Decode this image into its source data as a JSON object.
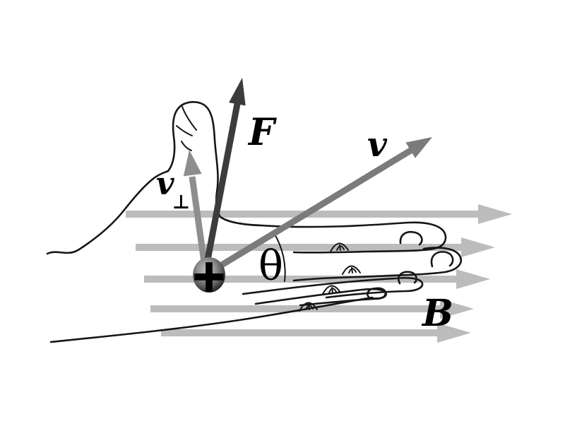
{
  "diagram": {
    "type": "physics-vector-diagram",
    "subject": "right-hand with magnetic field arrows, velocity and force vectors on a positive charge",
    "labels": {
      "force": "F",
      "velocity": "v",
      "velocity_perpendicular_base": "v",
      "velocity_perpendicular_subscript": "⊥",
      "angle": "θ",
      "magnetic_field": "B",
      "charge_sign": "+"
    },
    "field_line_count": 5,
    "field_direction": "right",
    "colors": {
      "field_arrow": "#bcbcbc",
      "force_arrow": "#3c3c3c",
      "velocity_arrow": "#7b7b7b",
      "velocity_perp_arrow": "#8e8e8e",
      "hand_outline": "#161616",
      "label_text": "#000000",
      "background": "#ffffff"
    }
  }
}
